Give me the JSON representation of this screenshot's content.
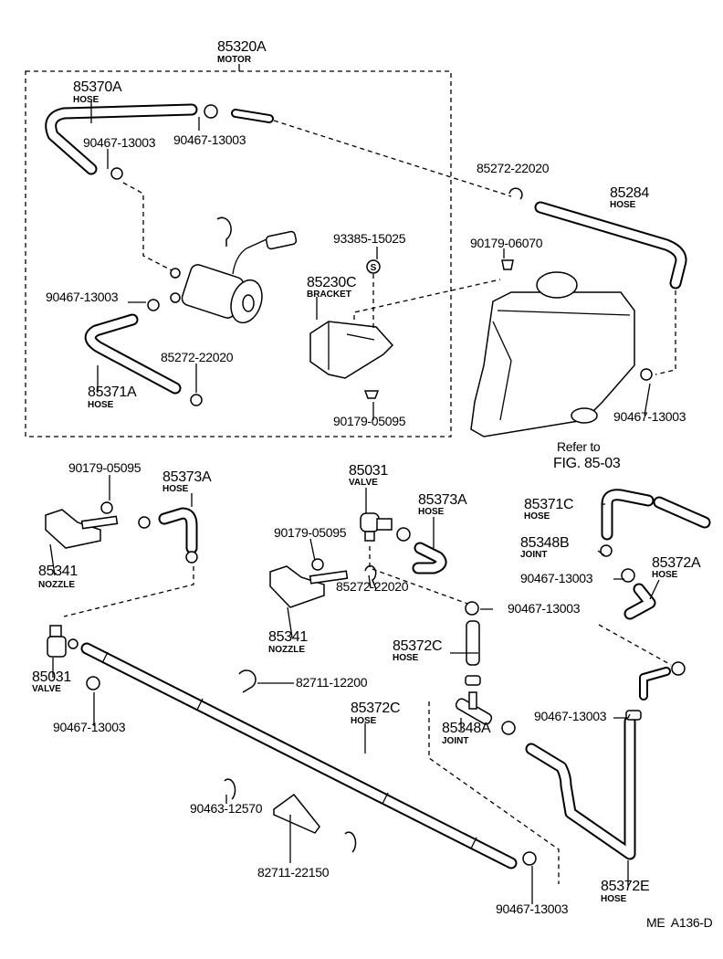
{
  "callouts": [
    {
      "part": "85320A",
      "name": "MOTOR"
    },
    {
      "part": "85370A",
      "name": "HOSE"
    },
    {
      "part": "90467-13003"
    },
    {
      "part": "90467-13003"
    },
    {
      "part": "85272-22020"
    },
    {
      "part": "85284",
      "name": "HOSE"
    },
    {
      "part": "93385-15025"
    },
    {
      "part": "90179-06070"
    },
    {
      "part": "85230C",
      "name": "BRACKET"
    },
    {
      "part": "90467-13003"
    },
    {
      "part": "85272-22020"
    },
    {
      "part": "85371A",
      "name": "HOSE"
    },
    {
      "part": "90179-05095"
    },
    {
      "part": "90467-13003"
    },
    {
      "part": "90179-05095"
    },
    {
      "part": "85373A",
      "name": "HOSE"
    },
    {
      "part": "85031",
      "name": "VALVE"
    },
    {
      "part": "85373A",
      "name": "HOSE"
    },
    {
      "part": "85371C",
      "name": "HOSE"
    },
    {
      "part": "85348B",
      "name": "JOINT"
    },
    {
      "part": "90179-05095"
    },
    {
      "part": "85372A",
      "name": "HOSE"
    },
    {
      "part": "90467-13003"
    },
    {
      "part": "85341",
      "name": "NOZZLE"
    },
    {
      "part": "85272-22020"
    },
    {
      "part": "90467-13003"
    },
    {
      "part": "85341",
      "name": "NOZZLE"
    },
    {
      "part": "85372C",
      "name": "HOSE"
    },
    {
      "part": "85031",
      "name": "VALVE"
    },
    {
      "part": "82711-12200"
    },
    {
      "part": "90467-13003"
    },
    {
      "part": "90467-13003"
    },
    {
      "part": "85372C",
      "name": "HOSE"
    },
    {
      "part": "85348A",
      "name": "JOINT"
    },
    {
      "part": "90463-12570"
    },
    {
      "part": "82711-22150"
    },
    {
      "part": "90467-13003"
    },
    {
      "part": "85372E",
      "name": "HOSE"
    }
  ],
  "reference": {
    "line1": "Refer to",
    "line2": "FIG. 85-03"
  },
  "washer_symbol": "S",
  "diagram_code": "ME  A136-D"
}
